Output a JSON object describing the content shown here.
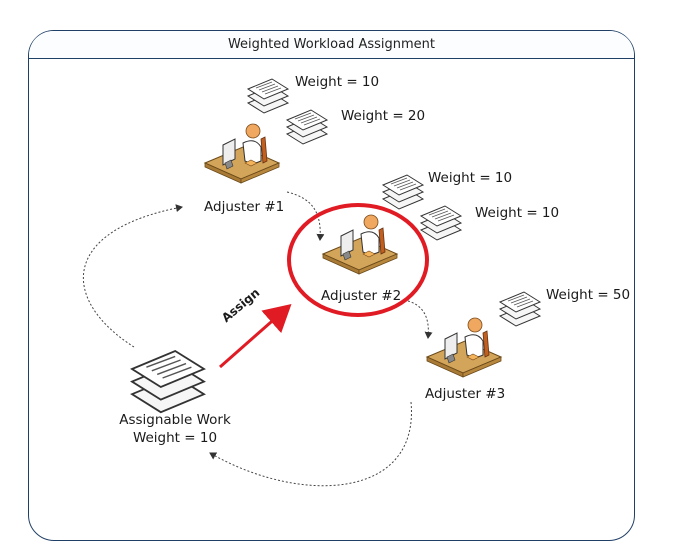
{
  "title": "Weighted Workload Assignment",
  "adjusters": [
    {
      "label": "Adjuster #1",
      "weights": [
        "Weight = 10",
        "Weight = 20"
      ]
    },
    {
      "label": "Adjuster #2",
      "weights": [
        "Weight = 10",
        "Weight = 10"
      ]
    },
    {
      "label": "Adjuster #3",
      "weights": [
        "Weight = 50"
      ]
    }
  ],
  "work": {
    "label": "Assignable Work",
    "weight": "Weight = 10"
  },
  "assign_label": "Assign",
  "colors": {
    "frame": "#1f3f66",
    "highlight": "#e01b24",
    "arrow": "#e01b24",
    "desk": "#c99a4a",
    "person": "#f0b070"
  }
}
